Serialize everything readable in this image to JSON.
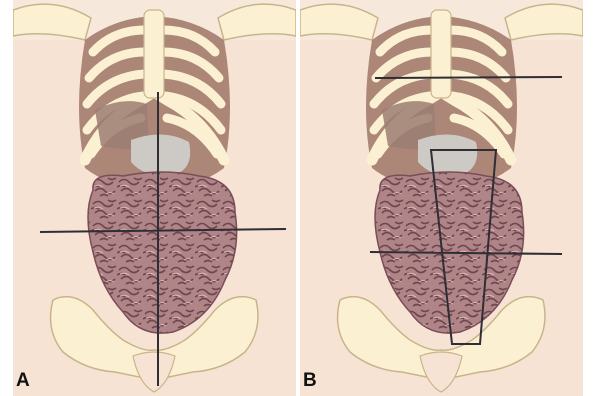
{
  "panels": [
    {
      "id": "A",
      "letter": "A",
      "overlay": "cross-lines"
    },
    {
      "id": "B",
      "letter": "B",
      "overlay": "horizontal-lines-trapezoid"
    }
  ],
  "colors": {
    "background": "#ffffff",
    "skin": "#f7e3d3",
    "bone": "#fbf1d2",
    "bone_outline": "#c9b48a",
    "gap": "#ac8676",
    "intestine": "#b08587",
    "intestine_fold": "#6f4650",
    "liver": "#9b7e73",
    "stomach": "#cdcac6",
    "divider_line": "#2e2e34"
  }
}
